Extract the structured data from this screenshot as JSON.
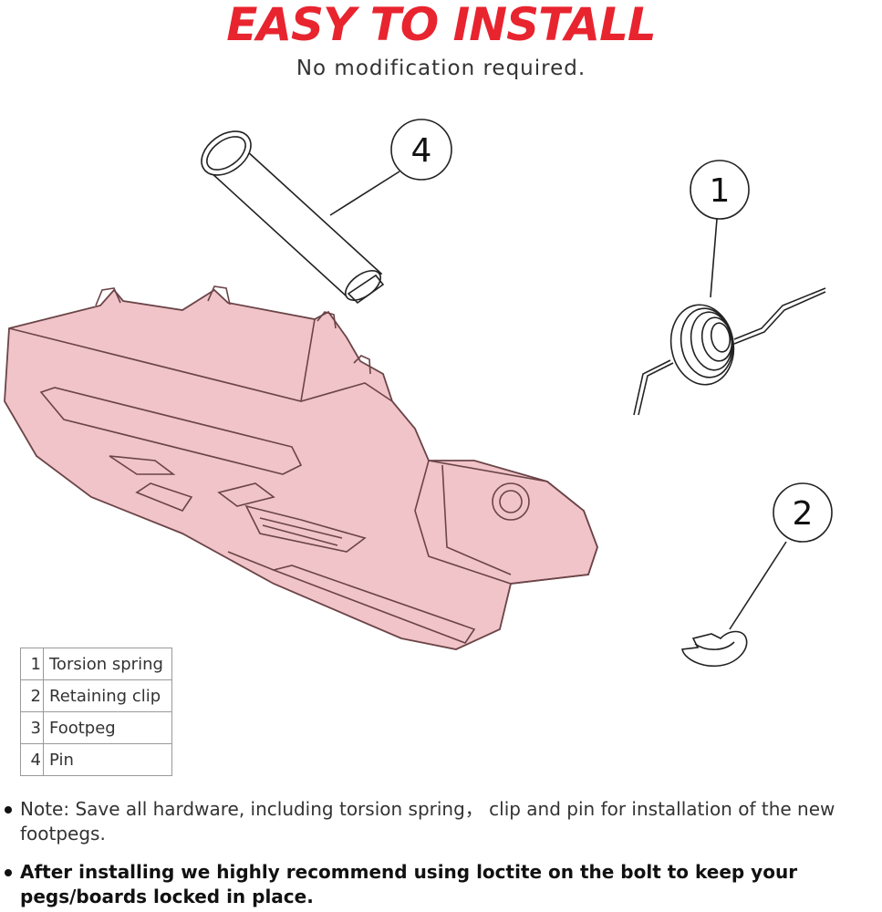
{
  "header": {
    "title": "EASY TO INSTALL",
    "subtitle": "No modification required."
  },
  "colors": {
    "title": "#e8242f",
    "part_fill": "#f0c4c8",
    "part_stroke": "#6b4448",
    "line": "#222222"
  },
  "callouts": [
    {
      "number": "4"
    },
    {
      "number": "1"
    },
    {
      "number": "2"
    }
  ],
  "legend": [
    {
      "num": "1",
      "name": "Torsion spring"
    },
    {
      "num": "2",
      "name": "Retaining clip"
    },
    {
      "num": "3",
      "name": "Footpeg"
    },
    {
      "num": "4",
      "name": "Pin"
    }
  ],
  "notes": [
    "Note: Save all hardware, including torsion spring， clip and pin for installation of the new footpegs.",
    "After installing we highly recommend using loctite on the bolt to keep your pegs/boards locked in place."
  ]
}
